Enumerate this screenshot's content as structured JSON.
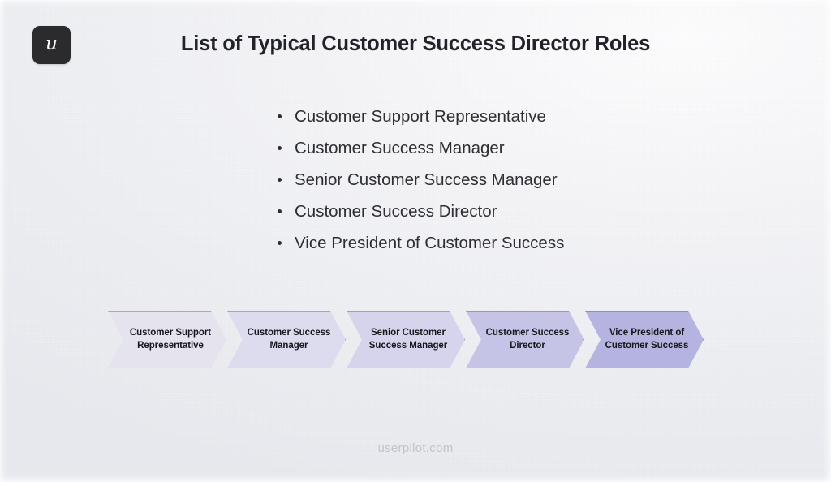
{
  "logo": {
    "glyph": "u",
    "name": "userpilot-logo",
    "background": "#2b2b2d",
    "foreground": "#ffffff"
  },
  "title": "List of Typical Customer Success Director Roles",
  "bullets": [
    "Customer Support Representative",
    "Customer Success Manager",
    "Senior Customer Success Manager",
    "Customer Success Director",
    "Vice President of Customer Success"
  ],
  "flow": {
    "steps": [
      {
        "label": "Customer Support\nRepresentative",
        "fill": "#e4e3ee",
        "border": "#a9a9bd"
      },
      {
        "label": "Customer Success\nManager",
        "fill": "#dddcef",
        "border": "#a6a5c0"
      },
      {
        "label": "Senior Customer\nSuccess Manager",
        "fill": "#d5d4ec",
        "border": "#a0a0bf"
      },
      {
        "label": "Customer Success\nDirector",
        "fill": "#c5c4e6",
        "border": "#9898bd"
      },
      {
        "label": "Vice President of\nCustomer Success",
        "fill": "#b5b4e0",
        "border": "#8e8ebb"
      }
    ]
  },
  "footer": "userpilot.com",
  "colors": {
    "background_light": "#fdfdfe",
    "background_dark": "#e8eaef",
    "text": "#2d2e33",
    "title_text": "#22232a",
    "footer_text": "#c3c4c9",
    "accent_purple": "#b5b4e0"
  }
}
